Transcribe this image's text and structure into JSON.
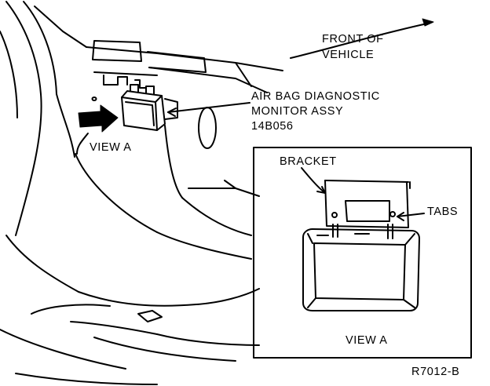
{
  "labels": {
    "front_line1": "FRONT OF",
    "front_line2": "VEHICLE",
    "module_line1": "AIR BAG DIAGNOSTIC",
    "module_line2": "MONITOR ASSY",
    "module_line3": "14B056",
    "view_a_main": "VIEW A",
    "bracket": "BRACKET",
    "tabs": "TABS",
    "view_a_inset": "VIEW A",
    "figure_code": "R7012-B"
  },
  "colors": {
    "ink": "#000000",
    "paper": "#ffffff"
  }
}
